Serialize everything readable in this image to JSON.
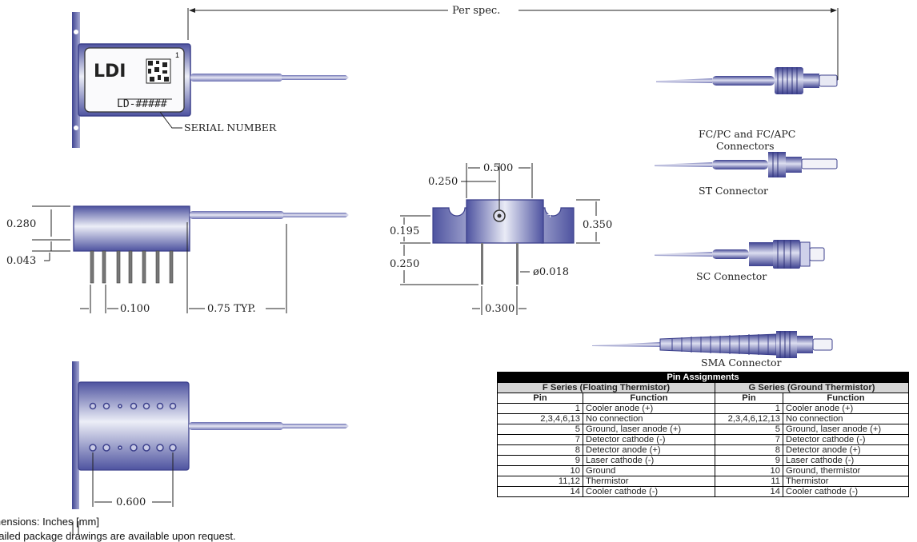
{
  "labels": {
    "per_spec": "Per spec.",
    "serial_label": "SERIAL NUMBER",
    "logo": "LDI",
    "part_number": "LD-#####",
    "pin_one": "1"
  },
  "dimensions": {
    "d_280": "0.280",
    "d_043": "0.043",
    "d_100": "0.100",
    "d_075": "0.75 TYP.",
    "d_250_top": "0.250",
    "d_500": "0.500",
    "d_195": "0.195",
    "d_350": "0.350",
    "d_250_bottom": "0.250",
    "d_018": "ø0.018",
    "d_300": "0.300",
    "d_600": "0.600"
  },
  "connectors": {
    "fc_line1": "FC/PC and FC/APC",
    "fc_line2": "Connectors",
    "st": "ST Connector",
    "sc": "SC Connector",
    "sma": "SMA Connector"
  },
  "pin_table": {
    "title": "Pin Assignments",
    "f_series": "F Series (Floating Thermistor)",
    "g_series": "G Series (Ground Thermistor)",
    "col_pin": "Pin",
    "col_function": "Function",
    "rows": [
      {
        "f_pin": "1",
        "f_fn": "Cooler anode (+)",
        "g_pin": "1",
        "g_fn": "Cooler anode (+)"
      },
      {
        "f_pin": "2,3,4,6,13",
        "f_fn": "No connection",
        "g_pin": "2,3,4,6,12,13",
        "g_fn": "No connection"
      },
      {
        "f_pin": "5",
        "f_fn": "Ground, laser anode (+)",
        "g_pin": "5",
        "g_fn": "Ground, laser anode (+)"
      },
      {
        "f_pin": "7",
        "f_fn": "Detector cathode (-)",
        "g_pin": "7",
        "g_fn": "Detector cathode (-)"
      },
      {
        "f_pin": "8",
        "f_fn": "Detector anode (+)",
        "g_pin": "8",
        "g_fn": "Detector anode (+)"
      },
      {
        "f_pin": "9",
        "f_fn": "Laser cathode (-)",
        "g_pin": "9",
        "g_fn": "Laser cathode (-)"
      },
      {
        "f_pin": "10",
        "f_fn": "Ground",
        "g_pin": "10",
        "g_fn": "Ground, thermistor"
      },
      {
        "f_pin": "11,12",
        "f_fn": "Thermistor",
        "g_pin": "11",
        "g_fn": "Thermistor"
      },
      {
        "f_pin": "14",
        "f_fn": "Cooler cathode (-)",
        "g_pin": "14",
        "g_fn": "Cooler cathode (-)"
      }
    ]
  },
  "notes": {
    "line1": "Dimensions:  Inches [mm]",
    "line2": "Detailed package drawings are available upon request."
  },
  "colors": {
    "package_body": "#5a5fa8",
    "package_highlight": "#e4e6f3",
    "fiber": "#9a9ec9",
    "table_header": "#000000",
    "table_subheader": "#d6d6d6"
  }
}
